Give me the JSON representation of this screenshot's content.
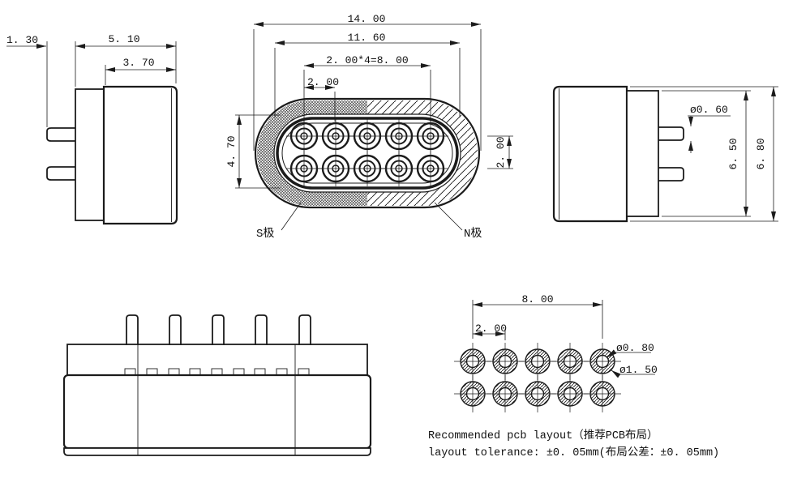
{
  "drawing": {
    "side_left": {
      "pin_len": "1. 30",
      "total_w": "5. 10",
      "body_w": "3. 70"
    },
    "front": {
      "overall_w": "14. 00",
      "shell_w": "11. 60",
      "pin_span": "2. 00*4=8. 00",
      "pin_pitch": "2. 00",
      "cavity_h": "4. 70",
      "row_pitch": "2. 00",
      "s_pole": "S极",
      "n_pole": "N极"
    },
    "side_right": {
      "pin_dia": "ø0. 60",
      "step_h": "6. 50",
      "total_h": "6. 80"
    },
    "pcb": {
      "span": "8. 00",
      "pitch": "2. 00",
      "hole_dia": "ø0. 80",
      "pad_dia": "ø1. 50"
    },
    "notes": {
      "line1": "Recommended pcb layout（推荐PCB布局）",
      "line2": "layout tolerance: ±0. 05mm(布局公差：±0. 05mm)"
    },
    "colors": {
      "line": "#1b1b1b",
      "background": "#ffffff"
    }
  }
}
